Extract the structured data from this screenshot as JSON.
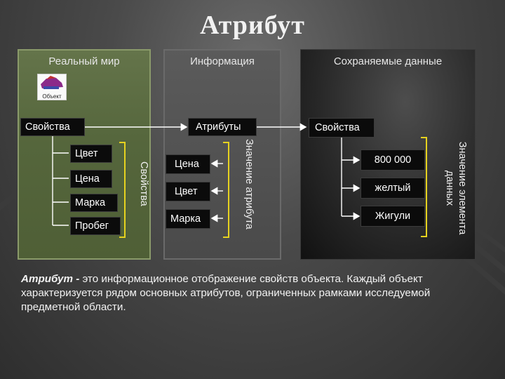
{
  "title": "Атрибут",
  "columns": {
    "real_world": "Реальный мир",
    "information": "Информация",
    "stored_data": "Сохраняемые данные"
  },
  "real_world": {
    "object_label": "Объект",
    "properties": "Свойства",
    "items": [
      "Цвет",
      "Цена",
      "Марка",
      "Пробег"
    ],
    "bracket_label": "Свойства"
  },
  "information": {
    "attributes": "Атрибуты",
    "items": [
      "Цена",
      "Цвет",
      "Марка"
    ],
    "bracket_label": "Значение атрибута"
  },
  "stored_data": {
    "properties": "Свойства",
    "items": [
      "800 000",
      "желтый",
      "Жигули"
    ],
    "bracket_label_line1": "Значение элемента",
    "bracket_label_line2": "данных"
  },
  "description": {
    "term": "Атрибут -",
    "text": " это информационное отображение свойств объекта. Каждый объект характеризуется рядом основных атрибутов, ограниченных рамками исследуемой предметной области."
  },
  "colors": {
    "bracket": "#e6d21f",
    "arrow": "#ffffff",
    "panel_real": "#5a6a40"
  }
}
